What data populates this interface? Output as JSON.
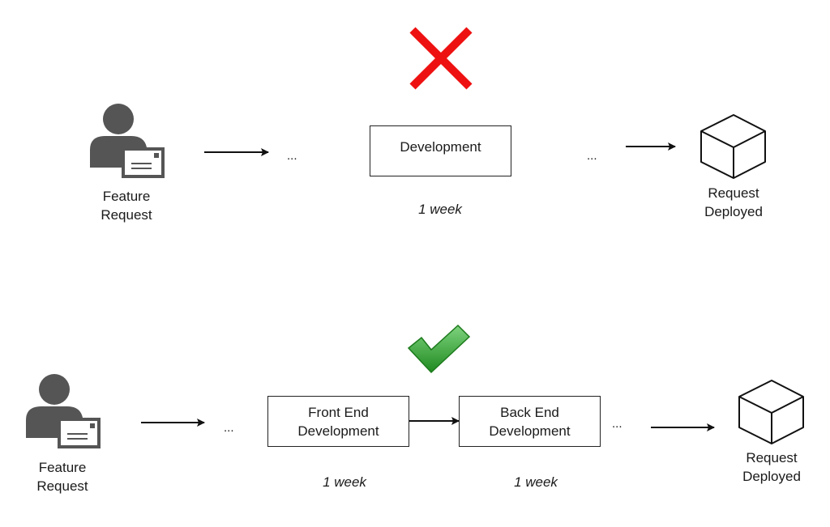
{
  "top_flow": {
    "status_icon": "red-cross-icon",
    "status_color": "#ee1111",
    "requester_label": "Feature\nRequest",
    "ellipsis_left": "...",
    "stage": "Development",
    "stage_duration": "1 week",
    "ellipsis_right": "...",
    "result_label": "Request\nDeployed"
  },
  "bottom_flow": {
    "status_icon": "green-checkmark-icon",
    "status_color": "#2e9e2e",
    "requester_label": "Feature\nRequest",
    "ellipsis_left": "...",
    "stage_1": "Front End\nDevelopment",
    "stage_1_duration": "1 week",
    "stage_2": "Back End\nDevelopment",
    "stage_2_duration": "1 week",
    "ellipsis_right": "...",
    "result_label": "Request\nDeployed"
  }
}
